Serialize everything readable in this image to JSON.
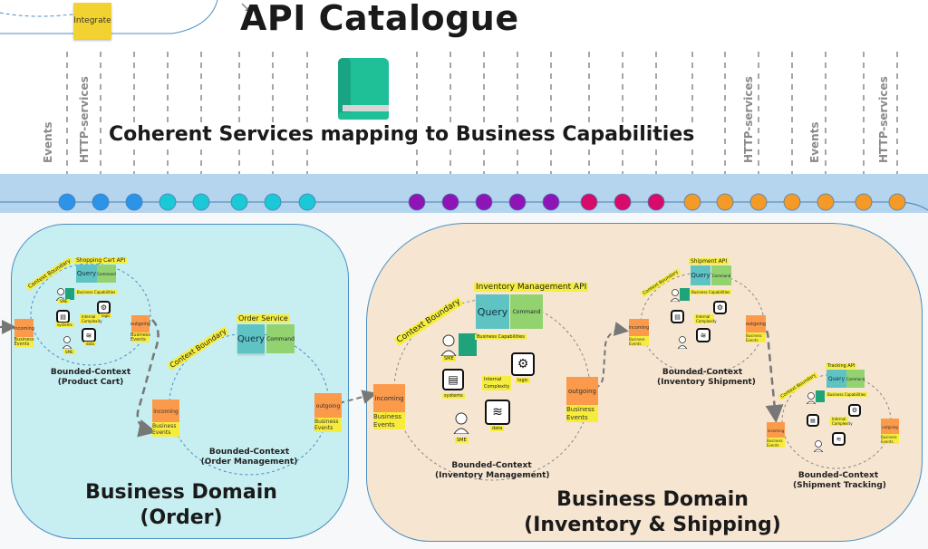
{
  "header": {
    "title": "API Catalogue",
    "subtitle": "Coherent Services mapping to Business Capabilities",
    "integrate_note": "Integrate",
    "book_icon": "book-icon"
  },
  "service_bus": {
    "lane_labels": [
      {
        "text": "Events"
      },
      {
        "text": "HTTP-services"
      },
      {
        "text": "HTTP-services"
      },
      {
        "text": "Events"
      },
      {
        "text": "HTTP-services"
      }
    ],
    "nodes": [
      {
        "color": "#2b93e8"
      },
      {
        "color": "#2b93e8"
      },
      {
        "color": "#2b93e8"
      },
      {
        "color": "#1bc8d6"
      },
      {
        "color": "#1bc8d6"
      },
      {
        "color": "#1bc8d6"
      },
      {
        "color": "#1bc8d6"
      },
      {
        "color": "#1bc8d6"
      },
      {
        "color": "#8e14b5"
      },
      {
        "color": "#8e14b5"
      },
      {
        "color": "#8e14b5"
      },
      {
        "color": "#8e14b5"
      },
      {
        "color": "#8e14b5"
      },
      {
        "color": "#d80b6a"
      },
      {
        "color": "#d80b6a"
      },
      {
        "color": "#d80b6a"
      },
      {
        "color": "#f59a26"
      },
      {
        "color": "#f59a26"
      },
      {
        "color": "#f59a26"
      },
      {
        "color": "#f59a26"
      },
      {
        "color": "#f59a26"
      },
      {
        "color": "#f59a26"
      },
      {
        "color": "#f59a26"
      }
    ]
  },
  "domains": {
    "order": {
      "title_line1": "Business Domain",
      "title_line2": "(Order)",
      "color": "#c7eef1"
    },
    "inventory": {
      "title_line1": "Business Domain",
      "title_line2": "(Inventory & Shipping)",
      "color": "#f6e5d1"
    }
  },
  "contexts": {
    "product_cart": {
      "api": "Shopping Cart API",
      "query": "Query",
      "command": "Command",
      "boundary": "Context Boundary",
      "capabilities": "Business Capabilities",
      "sme": "SME",
      "systems": "systems",
      "complexity": "Internal Complexity",
      "logic": "logic",
      "data": "data",
      "incoming": "incoming",
      "outgoing": "outgoing",
      "events": "Business Events",
      "title_line1": "Bounded-Context",
      "title_line2": "(Product Cart)"
    },
    "order_mgmt": {
      "api": "Order Service",
      "query": "Query",
      "command": "Command",
      "boundary": "Context Boundary",
      "incoming": "incoming",
      "outgoing": "outgoing",
      "events": "Business Events",
      "title_line1": "Bounded-Context",
      "title_line2": "(Order Management)"
    },
    "inventory_mgmt": {
      "api": "Inventory Management API",
      "query": "Query",
      "command": "Command",
      "boundary": "Context Boundary",
      "capabilities": "Business Capabilities",
      "sme": "SME",
      "systems": "systems",
      "complexity": "Internal Complexity",
      "logic": "logic",
      "data": "data",
      "incoming": "incoming",
      "outgoing": "outgoing",
      "events": "Business Events",
      "title_line1": "Bounded-Context",
      "title_line2": "(Inventory Management)"
    },
    "inventory_shipment": {
      "api": "Shipment API",
      "query": "Query",
      "command": "Command",
      "boundary": "Context Boundary",
      "capabilities": "Business Capabilities",
      "sme": "SME",
      "systems": "systems",
      "complexity": "Internal Complexity",
      "logic": "logic",
      "data": "data",
      "incoming": "incoming",
      "outgoing": "outgoing",
      "events": "Business Events",
      "title_line1": "Bounded-Context",
      "title_line2": "(Inventory Shipment)"
    },
    "shipment_tracking": {
      "api": "Tracking API",
      "query": "Query",
      "command": "Command",
      "boundary": "Context Boundary",
      "capabilities": "Business Capabilities",
      "sme": "SME",
      "systems": "systems",
      "complexity": "Internal Complexity",
      "logic": "logic",
      "data": "data",
      "incoming": "incoming",
      "outgoing": "outgoing",
      "events": "Business Events",
      "title_line1": "Bounded-Context",
      "title_line2": "(Shipment Tracking)"
    }
  }
}
